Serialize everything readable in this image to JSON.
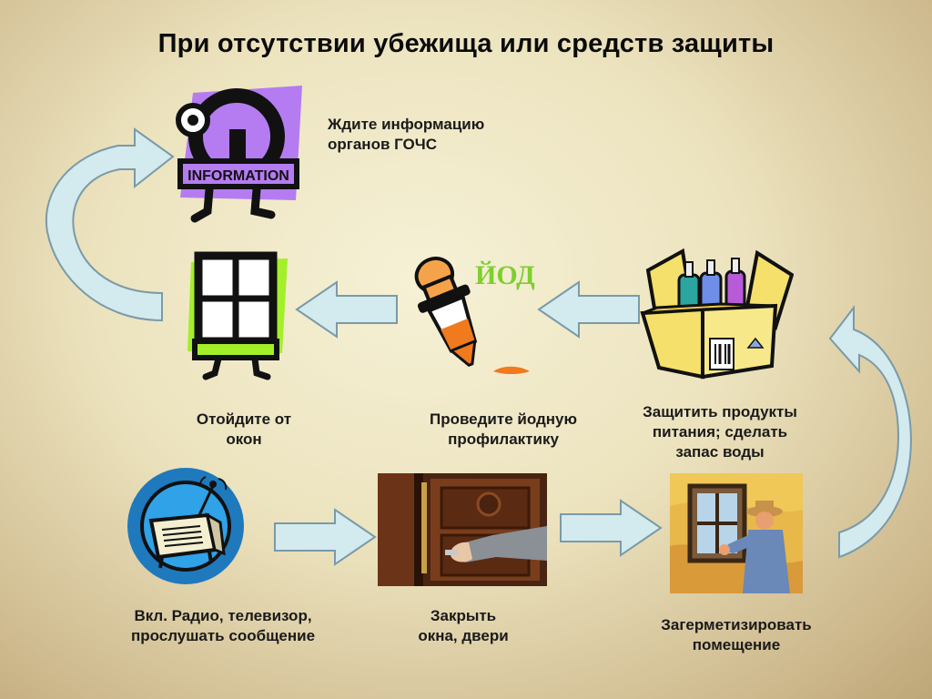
{
  "title": "При отсутствии убежища или средств защиты",
  "steps": {
    "info": {
      "line1": "Ждите информацию",
      "line2": "органов ГОЧС",
      "sign_text": "INFORMATION"
    },
    "windows": {
      "line1": "Отойдите от",
      "line2": "окон"
    },
    "iodine": {
      "line1": "Проведите йодную",
      "line2": "профилактику",
      "word": "ЙОД"
    },
    "food": {
      "line1": "Защитить продукты",
      "line2": "питания; сделать",
      "line3": "запас воды"
    },
    "radio": {
      "line1": "Вкл. Радио, телевизор,",
      "line2": "прослушать сообщение"
    },
    "close": {
      "line1": "Закрыть",
      "line2": "окна, двери"
    },
    "seal": {
      "line1": "Загерметизировать",
      "line2": "помещение"
    }
  },
  "colors": {
    "arrow_fill": "#d3eaee",
    "arrow_stroke": "#7a9aa8",
    "info_purple": "#b57cf2",
    "window_green": "#a3ef2a",
    "radio_blue": "#1f79bd",
    "iodine_orange": "#f07a1d",
    "iodine_word": "#7ecf2e"
  },
  "icons": [
    "information-icon",
    "window-icon",
    "dropper-icon",
    "box-icon",
    "radio-icon",
    "door-photo",
    "painter-photo"
  ]
}
